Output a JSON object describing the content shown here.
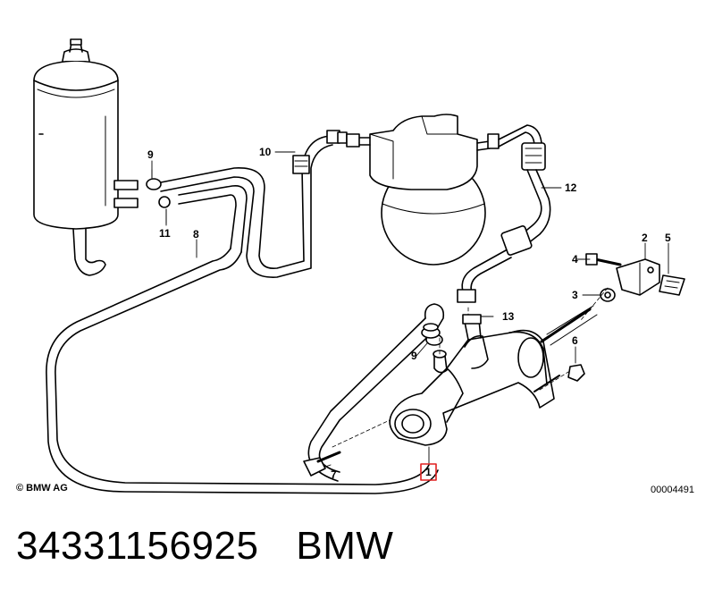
{
  "diagram": {
    "callouts": {
      "c1": "1",
      "c2": "2",
      "c3": "3",
      "c4": "4",
      "c5": "5",
      "c6": "6",
      "c7": "7",
      "c8": "8",
      "c9a": "9",
      "c9b": "9",
      "c10": "10",
      "c11": "11",
      "c12": "12",
      "c13": "13"
    },
    "highlight_color": "#e02020",
    "copyright": "© BMW AG",
    "doc_number": "00004491"
  },
  "caption": {
    "part_number": "34331156925",
    "brand": "BMW"
  }
}
